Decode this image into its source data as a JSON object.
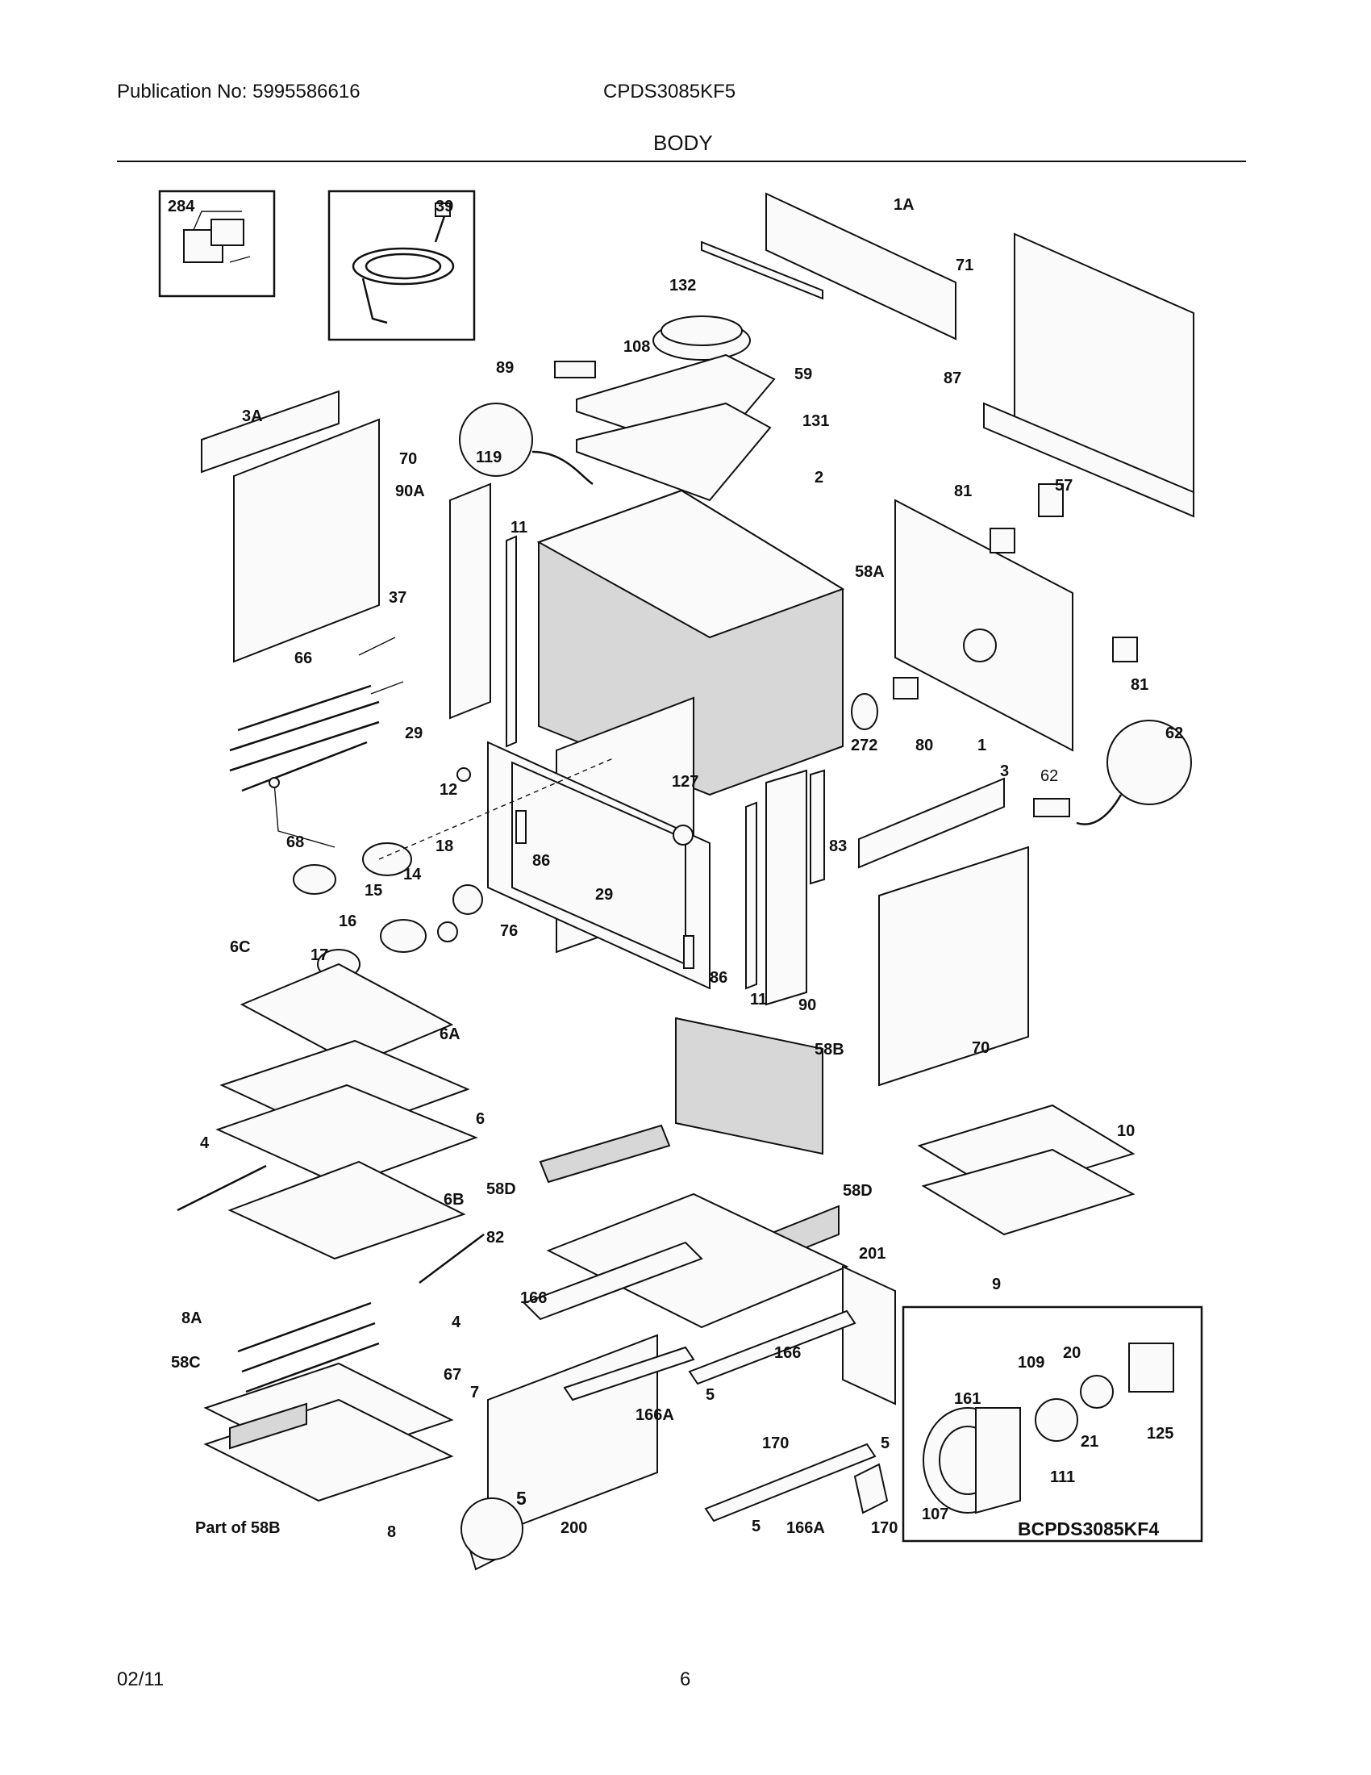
{
  "header": {
    "publication": "Publication No: 5995586616",
    "model": "CPDS3085KF5",
    "section": "BODY"
  },
  "footer": {
    "date": "02/11",
    "page": "6"
  },
  "diagram": {
    "drawing_id": "BCPDS3085KF4",
    "labels": {
      "l284": "284",
      "l39": "39",
      "l1A": "1A",
      "l71": "71",
      "l132": "132",
      "l108": "108",
      "l89": "89",
      "l59": "59",
      "l87": "87",
      "l3A": "3A",
      "l119": "119",
      "l131": "131",
      "l70a": "70",
      "l90A": "90A",
      "l2": "2",
      "l81a": "81",
      "l57": "57",
      "l11a": "11",
      "l58A": "58A",
      "l37": "37",
      "l66": "66",
      "l81b": "81",
      "l29a": "29",
      "l272": "272",
      "l80": "80",
      "l1": "1",
      "l62a": "62",
      "l12": "12",
      "l127": "127",
      "l3": "3",
      "l62b": "62",
      "l68": "68",
      "l18": "18",
      "l83": "83",
      "l86a": "86",
      "l14": "14",
      "l15": "15",
      "l29b": "29",
      "l16": "16",
      "l76": "76",
      "l6C": "6C",
      "l17": "17",
      "l86b": "86",
      "l11b": "11",
      "l90": "90",
      "l70b": "70",
      "l58B": "58B",
      "l6A": "6A",
      "l6": "6",
      "l10": "10",
      "l4a": "4",
      "l58D1": "58D",
      "l58D2": "58D",
      "l6B": "6B",
      "l82": "82",
      "l201": "201",
      "l9": "9",
      "l4b": "4",
      "l166a": "166",
      "l8A": "8A",
      "l166b": "166",
      "l58C": "58C",
      "l67": "67",
      "l5a": "5",
      "l7": "7",
      "l166A1": "166A",
      "l170a": "170",
      "l5b": "5",
      "l20": "20",
      "l109": "109",
      "l161": "161",
      "l21": "21",
      "l125": "125",
      "l111": "111",
      "l107": "107",
      "l5c": "5",
      "lpart58B": "Part of 58B",
      "l8": "8",
      "l200": "200",
      "l5d": "5",
      "l166A2": "166A",
      "l170b": "170"
    }
  }
}
